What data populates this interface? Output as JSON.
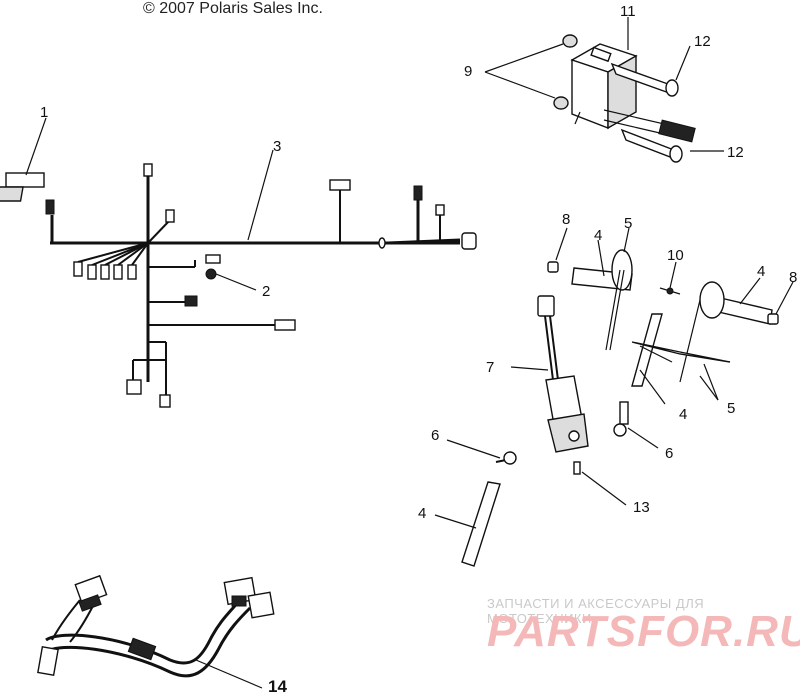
{
  "copyright": "© 2007 Polaris Sales Inc.",
  "watermark": {
    "line1": "ЗАПЧАСТИ И АКСЕССУАРЫ ДЛЯ МОТОТЕХНИКИ",
    "line2": "PARTSFOR.RU"
  },
  "callouts": {
    "c1": "1",
    "c2": "2",
    "c3": "3",
    "c4a": "4",
    "c4b": "4",
    "c4c": "4",
    "c4d": "4",
    "c5a": "5",
    "c5b": "5",
    "c6a": "6",
    "c6b": "6",
    "c7": "7",
    "c8a": "8",
    "c8b": "8",
    "c9": "9",
    "c10": "10",
    "c11": "11",
    "c12a": "12",
    "c12b": "12",
    "c13": "13",
    "c14": "14"
  }
}
